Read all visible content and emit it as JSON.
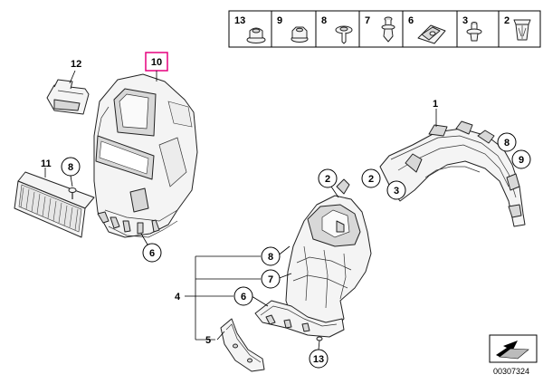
{
  "legend": {
    "items": [
      {
        "num": "13",
        "icon": "flange-nut-icon"
      },
      {
        "num": "9",
        "icon": "hex-nut-icon"
      },
      {
        "num": "8",
        "icon": "washer-screw-icon"
      },
      {
        "num": "7",
        "icon": "expanding-rivet-icon"
      },
      {
        "num": "6",
        "icon": "spring-clip-nut-icon"
      },
      {
        "num": "3",
        "icon": "push-rivet-icon"
      },
      {
        "num": "2",
        "icon": "expanding-nut-icon"
      }
    ]
  },
  "callouts": {
    "c10": "10",
    "c12": "12",
    "c11": "11",
    "c8_filter": "8",
    "c6_upper": "6",
    "c1": "1",
    "c8_right": "8",
    "c9_right": "9",
    "c2_right": "2",
    "c3_right": "3",
    "c2_center": "2",
    "c8_tree": "8",
    "c7_tree": "7",
    "c6_tree": "6",
    "c4": "4",
    "c5": "5",
    "c13_bottom": "13"
  },
  "highlight_color": "#e6007e",
  "ref_number": "00307324"
}
